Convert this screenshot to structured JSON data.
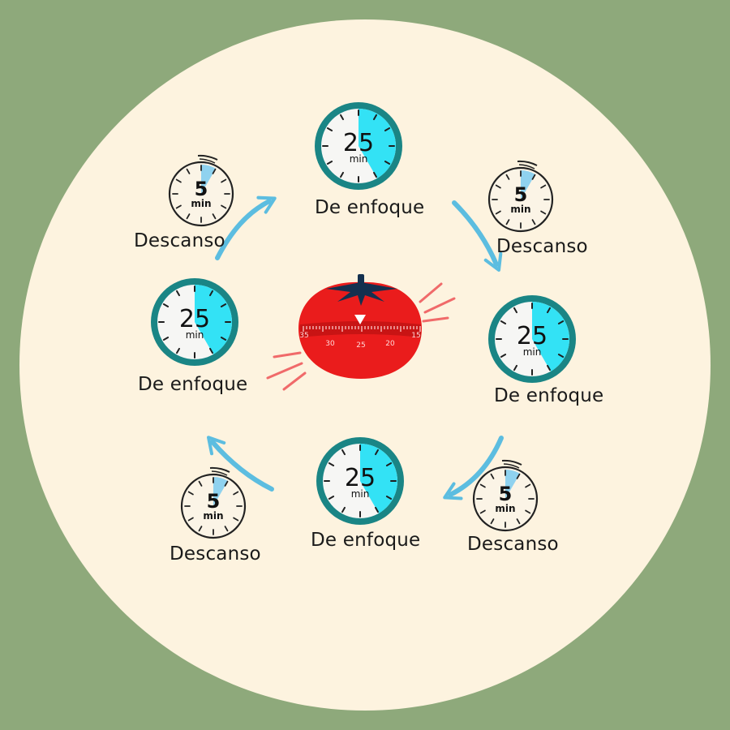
{
  "colors": {
    "outer_background": "#8ea97b",
    "disc": "#fdf3df",
    "focus_ring": "#1a8585",
    "focus_fill": "#33e2f5",
    "break_fill": "#8fd2ef",
    "arrow": "#5cbde0",
    "tomato": "#ea1c1c",
    "tomato_leaves": "#14304f",
    "burst": "#f06a6a"
  },
  "focus_timer": {
    "number": "25",
    "unit": "min",
    "fraction_filled": 0.4167
  },
  "break_timer": {
    "number": "5",
    "unit": "min",
    "fraction_filled": 0.0833
  },
  "labels": {
    "focus": "De enfoque",
    "break": "Descanso"
  },
  "kitchen_timer": {
    "set_value": "25",
    "dial_numbers": [
      "35",
      "30",
      "25",
      "20",
      "15"
    ]
  }
}
